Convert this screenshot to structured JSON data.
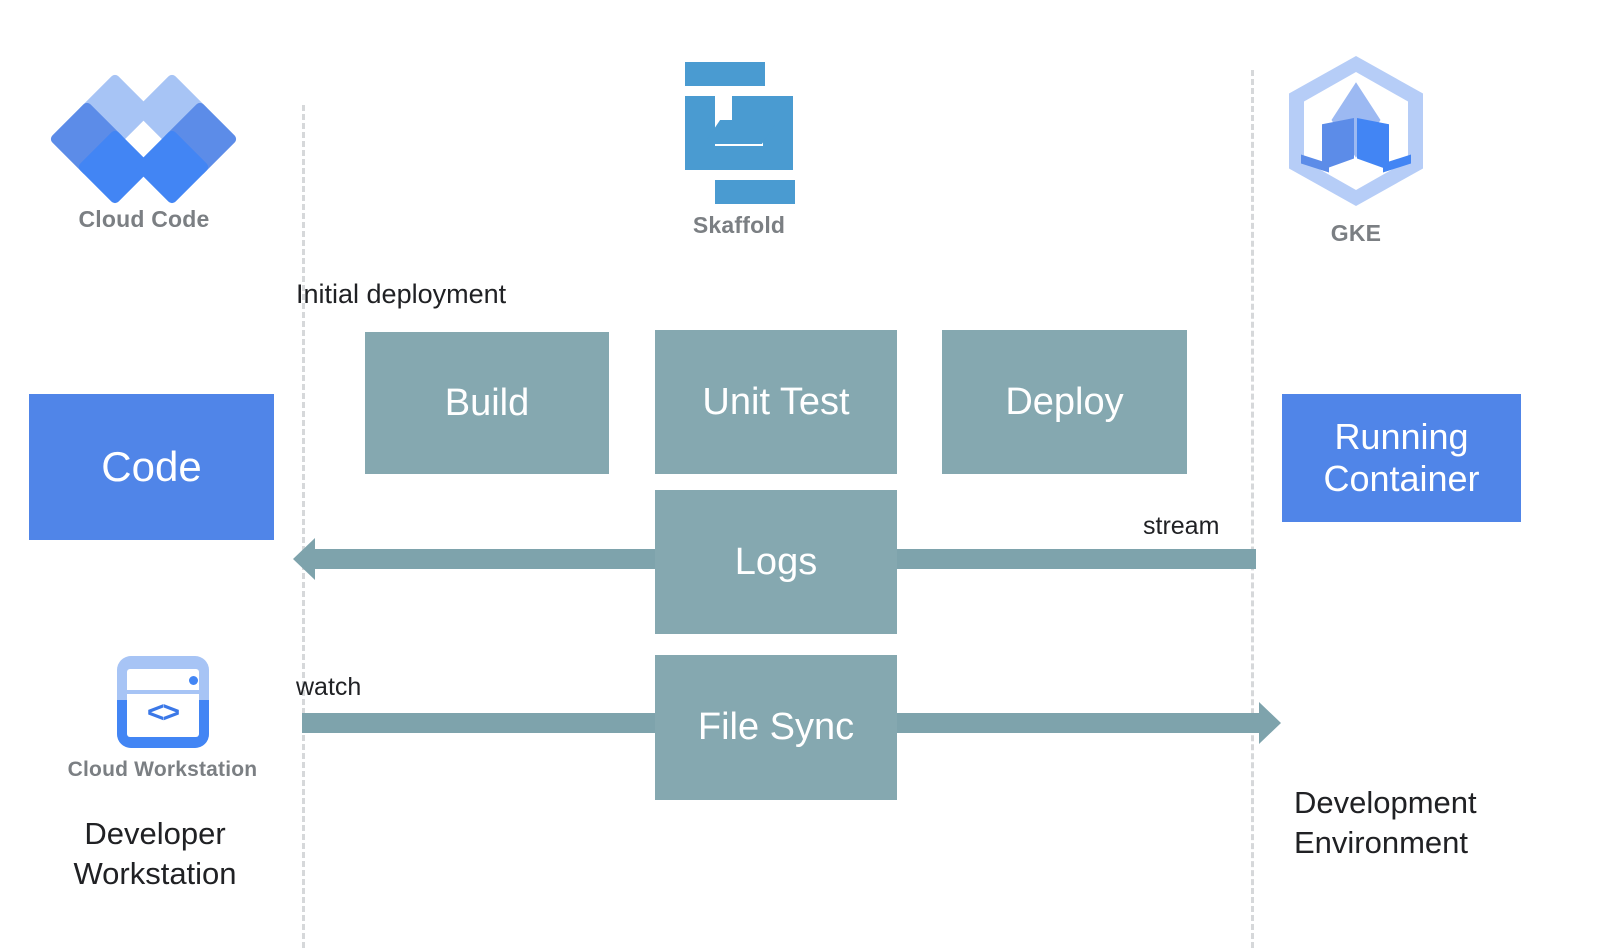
{
  "diagram": {
    "title": "Cloud Code / Skaffold / GKE development loop",
    "colors": {
      "blue_box": "#5085e8",
      "teal_box": "#85a8b0",
      "arrow": "#7ea3ac",
      "dashed_line": "#d6d8da",
      "caption_text": "#7b7f83",
      "body_text": "#202124",
      "logo_blue_light": "#a7c4f5",
      "logo_blue_mid": "#5c8ce8",
      "logo_blue_dark": "#4285f4",
      "skaffold_blue": "#4a9bd1",
      "gke_hex": "#b6cdf7"
    }
  },
  "logos": [
    {
      "id": "cloud-code",
      "caption": "Cloud Code",
      "icon": "cloud-code-diamonds-icon"
    },
    {
      "id": "skaffold",
      "caption": "Skaffold",
      "icon": "skaffold-s-icon"
    },
    {
      "id": "gke",
      "caption": "GKE",
      "icon": "gke-hexagon-cube-icon"
    },
    {
      "id": "cloud-workstation",
      "caption": "Cloud Workstation",
      "icon": "cloud-workstation-window-icon"
    }
  ],
  "endpoints": {
    "code": "Code",
    "running_container": "Running\nContainer"
  },
  "stages": [
    {
      "id": "build",
      "label": "Build"
    },
    {
      "id": "unit-test",
      "label": "Unit Test"
    },
    {
      "id": "deploy",
      "label": "Deploy"
    },
    {
      "id": "logs",
      "label": "Logs"
    },
    {
      "id": "file-sync",
      "label": "File Sync"
    }
  ],
  "annotations": {
    "initial_deployment": "Initial deployment",
    "stream": "stream",
    "watch": "watch"
  },
  "zones": {
    "left": "Developer\nWorkstation",
    "right": "Development\nEnvironment"
  },
  "workstation_icon": {
    "code_glyph": "<>"
  }
}
